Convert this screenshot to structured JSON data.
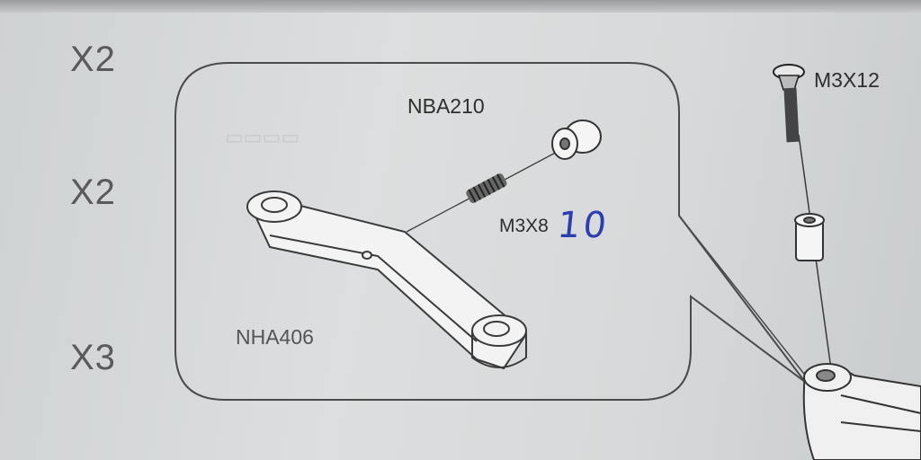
{
  "quantities": [
    "X2",
    "X2",
    "X3"
  ],
  "parts": {
    "nut_label": "NBA210",
    "screw_label": "M3X8",
    "arm_label": "NHA406",
    "long_screw_label": "M3X12"
  },
  "annotation": "10"
}
